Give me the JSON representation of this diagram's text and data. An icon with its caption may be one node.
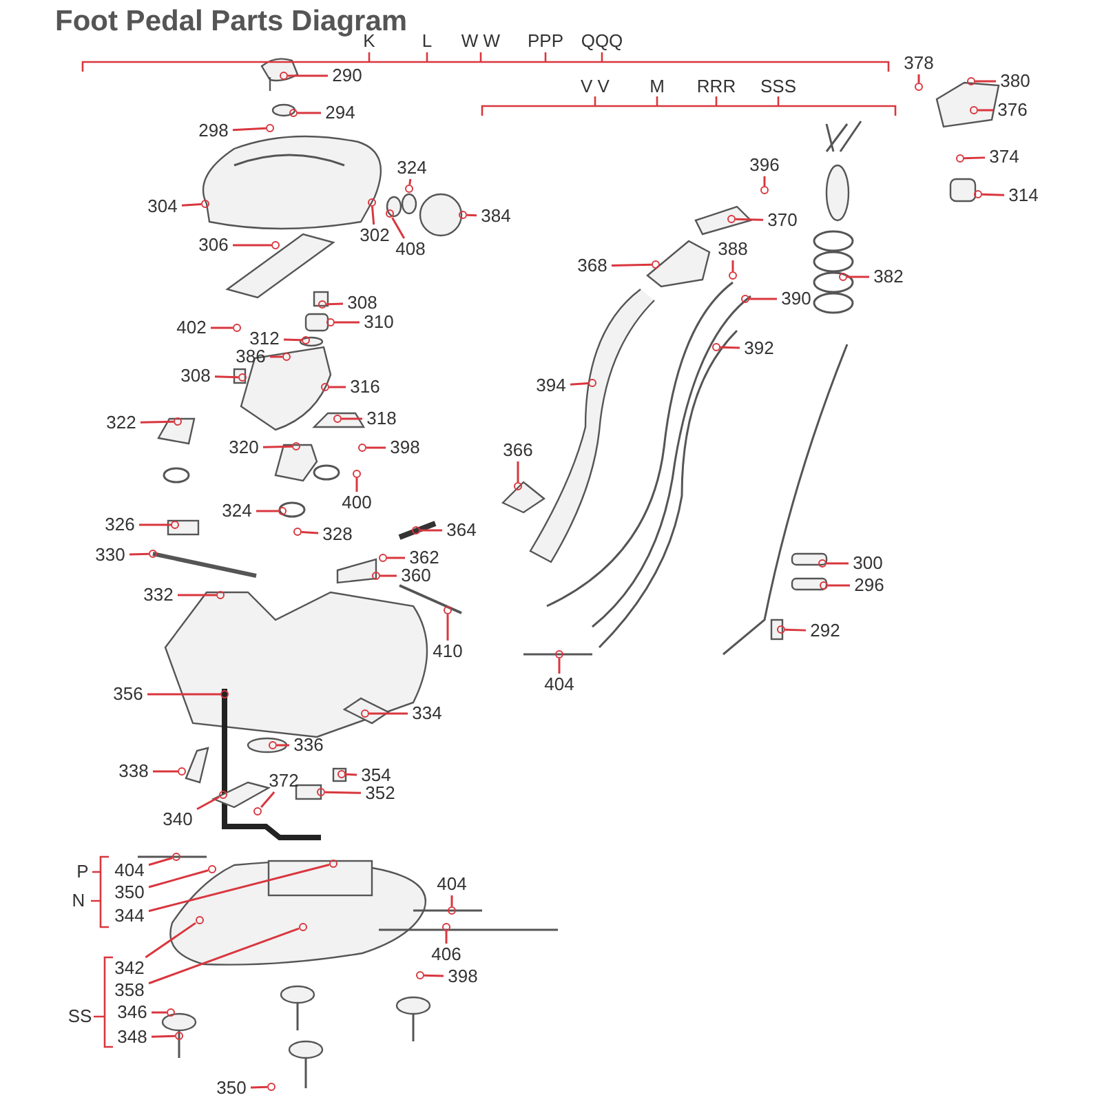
{
  "diagram": {
    "title": "Foot Pedal Parts Diagram",
    "nodes": [
      {
        "text": [
          "290"
        ]
      },
      {
        "text": [
          "294"
        ]
      },
      {
        "text": [
          "298"
        ]
      },
      {
        "text": [
          "304"
        ]
      },
      {
        "text": [
          "324"
        ]
      },
      {
        "text": [
          "302"
        ]
      },
      {
        "text": [
          "408"
        ]
      },
      {
        "text": [
          "384"
        ]
      },
      {
        "text": [
          "306"
        ]
      },
      {
        "text": [
          "308"
        ]
      },
      {
        "text": [
          "310"
        ]
      },
      {
        "text": [
          "402"
        ]
      },
      {
        "text": [
          "312"
        ]
      },
      {
        "text": [
          "386"
        ]
      },
      {
        "text": [
          "308"
        ]
      },
      {
        "text": [
          "316"
        ]
      },
      {
        "text": [
          "318"
        ]
      },
      {
        "text": [
          "322"
        ]
      },
      {
        "text": [
          "320"
        ]
      },
      {
        "text": [
          "398"
        ]
      },
      {
        "text": [
          "400"
        ]
      },
      {
        "text": [
          "324"
        ]
      },
      {
        "text": [
          "326"
        ]
      },
      {
        "text": [
          "328"
        ]
      },
      {
        "text": [
          "364"
        ]
      },
      {
        "text": [
          "362"
        ]
      },
      {
        "text": [
          "360"
        ]
      },
      {
        "text": [
          "330"
        ]
      },
      {
        "text": [
          "332"
        ]
      },
      {
        "text": [
          "410"
        ]
      },
      {
        "text": [
          "366"
        ]
      },
      {
        "text": [
          "394"
        ]
      },
      {
        "text": [
          "368"
        ]
      },
      {
        "text": [
          "370"
        ]
      },
      {
        "text": [
          "396"
        ]
      },
      {
        "text": [
          "388"
        ]
      },
      {
        "text": [
          "390"
        ]
      },
      {
        "text": [
          "392"
        ]
      },
      {
        "text": [
          "382"
        ]
      },
      {
        "text": [
          "378"
        ]
      },
      {
        "text": [
          "380"
        ]
      },
      {
        "text": [
          "376"
        ]
      },
      {
        "text": [
          "374"
        ]
      },
      {
        "text": [
          "314"
        ]
      },
      {
        "text": [
          "300"
        ]
      },
      {
        "text": [
          "296"
        ]
      },
      {
        "text": [
          "292"
        ]
      },
      {
        "text": [
          "404"
        ]
      },
      {
        "text": [
          "356"
        ]
      },
      {
        "text": [
          "334"
        ]
      },
      {
        "text": [
          "336"
        ]
      },
      {
        "text": [
          "338"
        ]
      },
      {
        "text": [
          "354"
        ]
      },
      {
        "text": [
          "352"
        ]
      },
      {
        "text": [
          "372"
        ]
      },
      {
        "text": [
          "340"
        ]
      },
      {
        "text": [
          "404"
        ]
      },
      {
        "text": [
          "350"
        ]
      },
      {
        "text": [
          "344"
        ]
      },
      {
        "text": [
          "404"
        ]
      },
      {
        "text": [
          "406"
        ]
      },
      {
        "text": [
          "342"
        ]
      },
      {
        "text": [
          "358"
        ]
      },
      {
        "text": [
          "398"
        ]
      },
      {
        "text": [
          "346"
        ]
      },
      {
        "text": [
          "348"
        ]
      },
      {
        "text": [
          "350"
        ]
      },
      {
        "text": [],
        "shape": "circle"
      },
      {
        "text": [],
        "shape": "circle"
      },
      {
        "text": [],
        "shape": "circle"
      },
      {
        "text": [],
        "shape": "circle"
      },
      {
        "text": [],
        "shape": "circle"
      },
      {
        "text": [],
        "shape": "circle"
      },
      {
        "text": [],
        "shape": "circle"
      },
      {
        "text": [],
        "shape": "circle"
      },
      {
        "text": [],
        "shape": "circle"
      },
      {
        "text": [],
        "shape": "circle"
      },
      {
        "text": [],
        "shape": "circle"
      },
      {
        "text": [],
        "shape": "circle"
      },
      {
        "text": [],
        "shape": "circle"
      },
      {
        "text": [],
        "shape": "circle"
      },
      {
        "text": [],
        "shape": "circle"
      },
      {
        "text": [],
        "shape": "circle"
      },
      {
        "text": [],
        "shape": "circle"
      },
      {
        "text": [],
        "shape": "circle"
      },
      {
        "text": [],
        "shape": "circle"
      },
      {
        "text": [],
        "shape": "circle"
      },
      {
        "text": [],
        "shape": "circle"
      },
      {
        "text": [],
        "shape": "circle"
      },
      {
        "text": [],
        "shape": "circle"
      },
      {
        "text": [],
        "shape": "circle"
      },
      {
        "text": [],
        "shape": "circle"
      },
      {
        "text": [],
        "shape": "circle"
      },
      {
        "text": [],
        "shape": "circle"
      },
      {
        "text": [],
        "shape": "circle"
      },
      {
        "text": [],
        "shape": "circle"
      },
      {
        "text": [],
        "shape": "circle"
      },
      {
        "text": [],
        "shape": "circle"
      },
      {
        "text": [],
        "shape": "circle"
      },
      {
        "text": [],
        "shape": "circle"
      },
      {
        "text": [],
        "shape": "circle"
      },
      {
        "text": [],
        "shape": "circle"
      },
      {
        "text": [],
        "shape": "circle"
      },
      {
        "text": [],
        "shape": "circle"
      },
      {
        "text": [],
        "shape": "circle"
      },
      {
        "text": [],
        "shape": "circle"
      },
      {
        "text": [],
        "shape": "circle"
      },
      {
        "text": [],
        "shape": "circle"
      },
      {
        "text": [],
        "shape": "circle"
      },
      {
        "text": [],
        "shape": "circle"
      },
      {
        "text": [],
        "shape": "circle"
      },
      {
        "text": [],
        "shape": "circle"
      },
      {
        "text": [],
        "shape": "circle"
      },
      {
        "text": [],
        "shape": "circle"
      },
      {
        "text": [],
        "shape": "circle"
      },
      {
        "text": [],
        "shape": "circle"
      },
      {
        "text": [],
        "shape": "circle"
      },
      {
        "text": [],
        "shape": "circle"
      },
      {
        "text": [],
        "shape": "circle"
      },
      {
        "text": [],
        "shape": "circle"
      },
      {
        "text": [],
        "shape": "circle"
      },
      {
        "text": [],
        "shape": "circle"
      },
      {
        "text": [],
        "shape": "circle"
      },
      {
        "text": [],
        "shape": "circle"
      },
      {
        "text": [],
        "shape": "circle"
      },
      {
        "text": [],
        "shape": "circle"
      },
      {
        "text": [],
        "shape": "circle"
      },
      {
        "text": [],
        "shape": "circle"
      },
      {
        "text": [],
        "shape": "circle"
      },
      {
        "text": [],
        "shape": "circle"
      },
      {
        "text": [],
        "shape": "circle"
      },
      {
        "text": [],
        "shape": "circle"
      },
      {
        "text": [],
        "shape": "circle"
      },
      {
        "text": [],
        "shape": "circle"
      }
    ],
    "edges": [
      {
        "from": 0,
        "to": 67,
        "arrow": "none"
      },
      {
        "from": 1,
        "to": 68,
        "arrow": "none"
      },
      {
        "from": 2,
        "to": 69,
        "arrow": "none"
      },
      {
        "from": 3,
        "to": 70,
        "arrow": "none"
      },
      {
        "from": 4,
        "to": 71,
        "arrow": "none"
      },
      {
        "from": 5,
        "to": 72,
        "arrow": "none"
      },
      {
        "from": 6,
        "to": 73,
        "arrow": "none"
      },
      {
        "from": 7,
        "to": 74,
        "arrow": "none"
      },
      {
        "from": 8,
        "to": 75,
        "arrow": "none"
      },
      {
        "from": 9,
        "to": 76,
        "arrow": "none"
      },
      {
        "from": 10,
        "to": 77,
        "arrow": "none"
      },
      {
        "from": 11,
        "to": 78,
        "arrow": "none"
      },
      {
        "from": 12,
        "to": 79,
        "arrow": "none"
      },
      {
        "from": 13,
        "to": 80,
        "arrow": "none"
      },
      {
        "from": 14,
        "to": 81,
        "arrow": "none"
      },
      {
        "from": 15,
        "to": 82,
        "arrow": "none"
      },
      {
        "from": 16,
        "to": 83,
        "arrow": "none"
      },
      {
        "from": 17,
        "to": 84,
        "arrow": "none"
      },
      {
        "from": 18,
        "to": 85,
        "arrow": "none"
      },
      {
        "from": 19,
        "to": 86,
        "arrow": "none"
      },
      {
        "from": 20,
        "to": 87,
        "arrow": "none"
      },
      {
        "from": 21,
        "to": 88,
        "arrow": "none"
      },
      {
        "from": 22,
        "to": 89,
        "arrow": "none"
      },
      {
        "from": 23,
        "to": 90,
        "arrow": "none"
      },
      {
        "from": 24,
        "to": 91,
        "arrow": "none"
      },
      {
        "from": 25,
        "to": 92,
        "arrow": "none"
      },
      {
        "from": 26,
        "to": 93,
        "arrow": "none"
      },
      {
        "from": 27,
        "to": 94,
        "arrow": "none"
      },
      {
        "from": 28,
        "to": 95,
        "arrow": "none"
      },
      {
        "from": 29,
        "to": 96,
        "arrow": "none"
      },
      {
        "from": 30,
        "to": 97,
        "arrow": "none"
      },
      {
        "from": 31,
        "to": 98,
        "arrow": "none"
      },
      {
        "from": 32,
        "to": 99,
        "arrow": "none"
      },
      {
        "from": 33,
        "to": 100,
        "arrow": "none"
      },
      {
        "from": 34,
        "to": 101,
        "arrow": "none"
      },
      {
        "from": 35,
        "to": 102,
        "arrow": "none"
      },
      {
        "from": 36,
        "to": 103,
        "arrow": "none"
      },
      {
        "from": 37,
        "to": 104,
        "arrow": "none"
      },
      {
        "from": 38,
        "to": 105,
        "arrow": "none"
      },
      {
        "from": 39,
        "to": 106,
        "arrow": "none"
      },
      {
        "from": 40,
        "to": 107,
        "arrow": "none"
      },
      {
        "from": 41,
        "to": 108,
        "arrow": "none"
      },
      {
        "from": 42,
        "to": 109,
        "arrow": "none"
      },
      {
        "from": 43,
        "to": 110,
        "arrow": "none"
      },
      {
        "from": 44,
        "to": 111,
        "arrow": "none"
      },
      {
        "from": 45,
        "to": 112,
        "arrow": "none"
      },
      {
        "from": 46,
        "to": 113,
        "arrow": "none"
      },
      {
        "from": 47,
        "to": 114,
        "arrow": "none"
      },
      {
        "from": 48,
        "to": 115,
        "arrow": "none"
      },
      {
        "from": 49,
        "to": 116,
        "arrow": "none"
      },
      {
        "from": 50,
        "to": 117,
        "arrow": "none"
      },
      {
        "from": 51,
        "to": 118,
        "arrow": "none"
      },
      {
        "from": 52,
        "to": 119,
        "arrow": "none"
      },
      {
        "from": 53,
        "to": 120,
        "arrow": "none"
      },
      {
        "from": 54,
        "to": 121,
        "arrow": "none"
      },
      {
        "from": 55,
        "to": 122,
        "arrow": "none"
      },
      {
        "from": 56,
        "to": 123,
        "arrow": "none"
      },
      {
        "from": 57,
        "to": 124,
        "arrow": "none"
      },
      {
        "from": 58,
        "to": 125,
        "arrow": "none"
      },
      {
        "from": 59,
        "to": 126,
        "arrow": "none"
      },
      {
        "from": 60,
        "to": 127,
        "arrow": "none"
      },
      {
        "from": 61,
        "to": 128,
        "arrow": "none"
      },
      {
        "from": 62,
        "to": 129,
        "arrow": "none"
      },
      {
        "from": 63,
        "to": 130,
        "arrow": "none"
      },
      {
        "from": 64,
        "to": 131,
        "arrow": "none"
      },
      {
        "from": 65,
        "to": 132,
        "arrow": "none"
      },
      {
        "from": 66,
        "to": 133,
        "arrow": "none"
      }
    ],
    "labels": [
      "K",
      "L",
      "W W",
      "PPP",
      "QQQ",
      "V V",
      "M",
      "RRR",
      "SSS",
      "P",
      "N",
      "SS"
    ]
  }
}
